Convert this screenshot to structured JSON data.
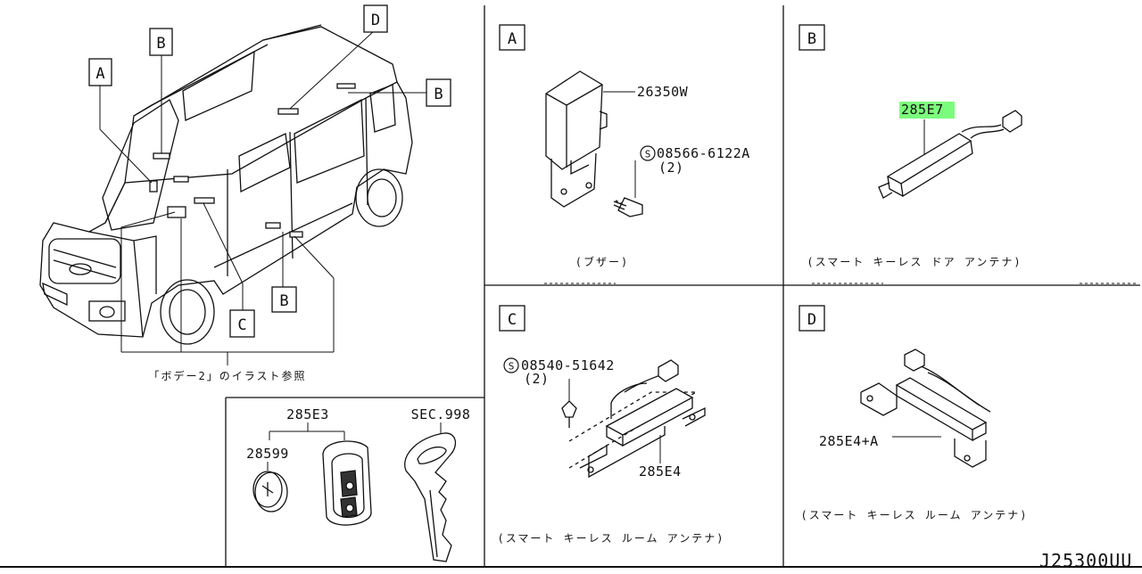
{
  "overview": {
    "callouts": [
      "A",
      "B",
      "B",
      "B",
      "C",
      "D"
    ],
    "ref_note": "「ボデー2」のイラスト参照"
  },
  "panel_a": {
    "letter": "A",
    "part_buzzer": "26350W",
    "screw_part": "08566-6122A",
    "screw_qty": "(2)",
    "screw_symbol": "S",
    "caption": "(ブザー)"
  },
  "panel_b": {
    "letter": "B",
    "part_antenna": "285E7",
    "highlight_color": "#7CFC7C",
    "caption": "(スマート キーレス ドア アンテナ)"
  },
  "panel_c": {
    "letter": "C",
    "screw_symbol": "S",
    "screw_part": "08540-51642",
    "screw_qty": "(2)",
    "part_antenna": "285E4",
    "caption": "(スマート キーレス ルーム アンテナ)"
  },
  "panel_d": {
    "letter": "D",
    "part_antenna": "285E4+A",
    "caption": "(スマート キーレス ルーム アンテナ)"
  },
  "keys": {
    "part_remote": "285E3",
    "part_battery": "28599",
    "part_key_ref": "SEC.998"
  },
  "footer": {
    "drawing_id": "J25300UU"
  }
}
